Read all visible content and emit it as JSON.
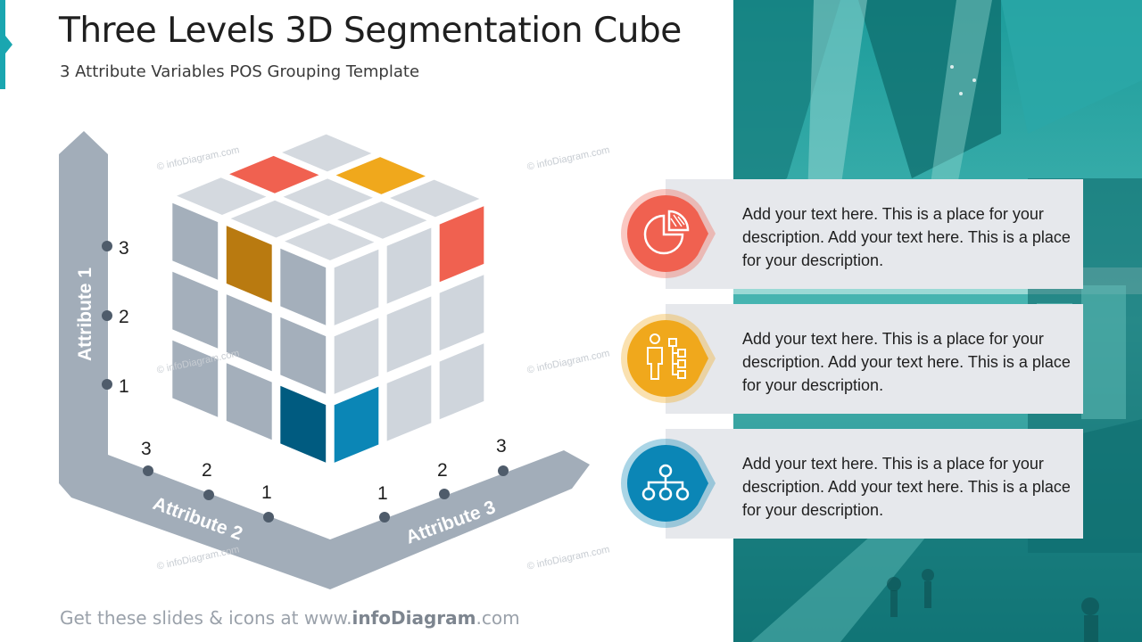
{
  "header": {
    "title": "Three Levels 3D Segmentation Cube",
    "subtitle": "3 Attribute Variables POS Grouping Template"
  },
  "axes": {
    "attribute1": {
      "label": "Attribute 1",
      "ticks": [
        "3",
        "2",
        "1"
      ]
    },
    "attribute2": {
      "label": "Attribute 2",
      "ticks": [
        "3",
        "2",
        "1"
      ]
    },
    "attribute3": {
      "label": "Attribute 3",
      "ticks": [
        "1",
        "2",
        "3"
      ]
    }
  },
  "cube": {
    "highlight_colors": {
      "red": "#f06150",
      "orange": "#f0a81c",
      "dark_blue": "#005b80",
      "blue": "#0b86b6"
    }
  },
  "items": [
    {
      "icon": "pie-chart-icon",
      "color": "#f06150",
      "text": "Add your text here. This is a place for your description. Add your text here. This is a place for your description."
    },
    {
      "icon": "org-person-icon",
      "color": "#f0a81c",
      "text": "Add your text here. This is a place for your description. Add your text here. This is a place for your description."
    },
    {
      "icon": "hierarchy-icon",
      "color": "#0b86b6",
      "text": "Add your text here. This is a place for your description. Add your text here. This is a place for your description."
    }
  ],
  "footer": {
    "prefix": "Get these slides & icons at www.",
    "brand": "infoDiagram",
    "suffix": ".com"
  },
  "watermark": "© infoDiagram.com"
}
